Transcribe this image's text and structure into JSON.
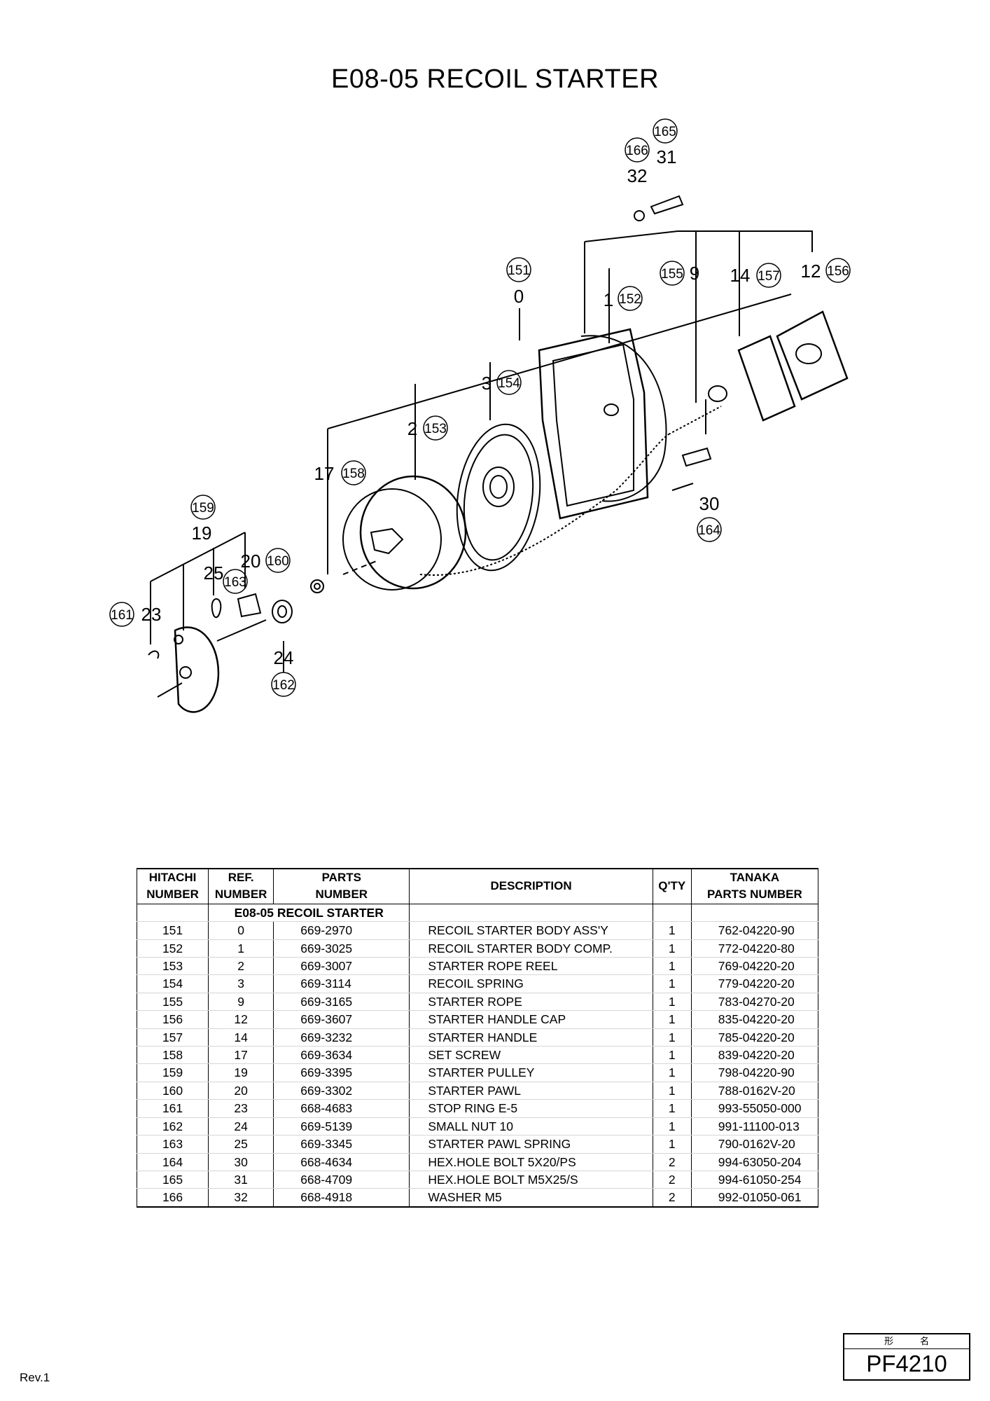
{
  "title": "E08-05 RECOIL STARTER",
  "diagram": {
    "callouts": [
      {
        "ref": "31",
        "code": "165"
      },
      {
        "ref": "32",
        "code": "166"
      },
      {
        "ref": "0",
        "code": "151"
      },
      {
        "ref": "9",
        "code": "155"
      },
      {
        "ref": "14",
        "code": "157"
      },
      {
        "ref": "12",
        "code": "156"
      },
      {
        "ref": "1",
        "code": "152"
      },
      {
        "ref": "3",
        "code": "154"
      },
      {
        "ref": "2",
        "code": "153"
      },
      {
        "ref": "17",
        "code": "158"
      },
      {
        "ref": "30",
        "code": "164"
      },
      {
        "ref": "19",
        "code": "159"
      },
      {
        "ref": "20",
        "code": "160"
      },
      {
        "ref": "25",
        "code": "163"
      },
      {
        "ref": "23",
        "code": "161"
      },
      {
        "ref": "24",
        "code": "162"
      }
    ]
  },
  "table": {
    "headers": {
      "hitachi_1": "HITACHI",
      "hitachi_2": "NUMBER",
      "ref_1": "REF.",
      "ref_2": "NUMBER",
      "parts_1": "PARTS",
      "parts_2": "NUMBER",
      "description": "DESCRIPTION",
      "qty": "Q'TY",
      "tanaka_1": "TANAKA",
      "tanaka_2": "PARTS NUMBER"
    },
    "group_label": "E08-05  RECOIL STARTER",
    "rows": [
      {
        "hitachi": "151",
        "ref": "0",
        "parts": "669-2970",
        "desc": "RECOIL STARTER BODY ASS'Y",
        "qty": "1",
        "tanaka": "762-04220-90"
      },
      {
        "hitachi": "152",
        "ref": "1",
        "parts": "669-3025",
        "desc": "RECOIL STARTER BODY COMP.",
        "qty": "1",
        "tanaka": "772-04220-80"
      },
      {
        "hitachi": "153",
        "ref": "2",
        "parts": "669-3007",
        "desc": "STARTER ROPE REEL",
        "qty": "1",
        "tanaka": "769-04220-20"
      },
      {
        "hitachi": "154",
        "ref": "3",
        "parts": "669-3114",
        "desc": "RECOIL SPRING",
        "qty": "1",
        "tanaka": "779-04220-20"
      },
      {
        "hitachi": "155",
        "ref": "9",
        "parts": "669-3165",
        "desc": "STARTER ROPE",
        "qty": "1",
        "tanaka": "783-04270-20"
      },
      {
        "hitachi": "156",
        "ref": "12",
        "parts": "669-3607",
        "desc": "STARTER HANDLE CAP",
        "qty": "1",
        "tanaka": "835-04220-20"
      },
      {
        "hitachi": "157",
        "ref": "14",
        "parts": "669-3232",
        "desc": "STARTER HANDLE",
        "qty": "1",
        "tanaka": "785-04220-20"
      },
      {
        "hitachi": "158",
        "ref": "17",
        "parts": "669-3634",
        "desc": "SET SCREW",
        "qty": "1",
        "tanaka": "839-04220-20"
      },
      {
        "hitachi": "159",
        "ref": "19",
        "parts": "669-3395",
        "desc": "STARTER PULLEY",
        "qty": "1",
        "tanaka": "798-04220-90"
      },
      {
        "hitachi": "160",
        "ref": "20",
        "parts": "669-3302",
        "desc": "STARTER PAWL",
        "qty": "1",
        "tanaka": "788-0162V-20"
      },
      {
        "hitachi": "161",
        "ref": "23",
        "parts": "668-4683",
        "desc": "STOP RING E-5",
        "qty": "1",
        "tanaka": "993-55050-000"
      },
      {
        "hitachi": "162",
        "ref": "24",
        "parts": "669-5139",
        "desc": "SMALL NUT 10",
        "qty": "1",
        "tanaka": "991-11100-013"
      },
      {
        "hitachi": "163",
        "ref": "25",
        "parts": "669-3345",
        "desc": "STARTER PAWL SPRING",
        "qty": "1",
        "tanaka": "790-0162V-20"
      },
      {
        "hitachi": "164",
        "ref": "30",
        "parts": "668-4634",
        "desc": "HEX.HOLE BOLT 5X20/PS",
        "qty": "2",
        "tanaka": "994-63050-204"
      },
      {
        "hitachi": "165",
        "ref": "31",
        "parts": "668-4709",
        "desc": "HEX.HOLE BOLT M5X25/S",
        "qty": "2",
        "tanaka": "994-61050-254"
      },
      {
        "hitachi": "166",
        "ref": "32",
        "parts": "668-4918",
        "desc": "WASHER M5",
        "qty": "2",
        "tanaka": "992-01050-061"
      }
    ]
  },
  "footer": {
    "revision": "Rev.1",
    "model_label": "形名",
    "model_number": "PF4210"
  }
}
